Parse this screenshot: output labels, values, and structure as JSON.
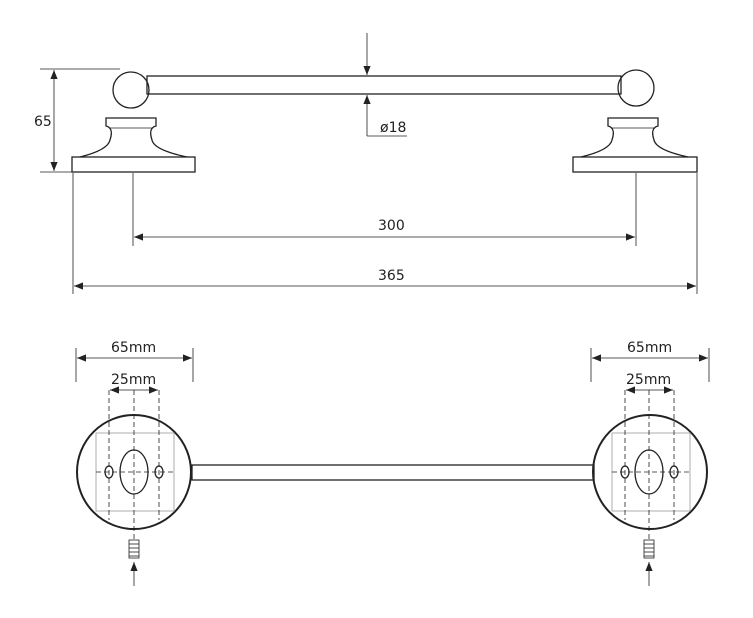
{
  "side_view": {
    "height_label": "65",
    "diameter_label": "ø18",
    "mount_spacing_label": "300",
    "total_length_label": "365"
  },
  "plan_view": {
    "left_base_width_label": "65mm",
    "left_hole_spacing_label": "25mm",
    "right_base_width_label": "65mm",
    "right_hole_spacing_label": "25mm"
  }
}
